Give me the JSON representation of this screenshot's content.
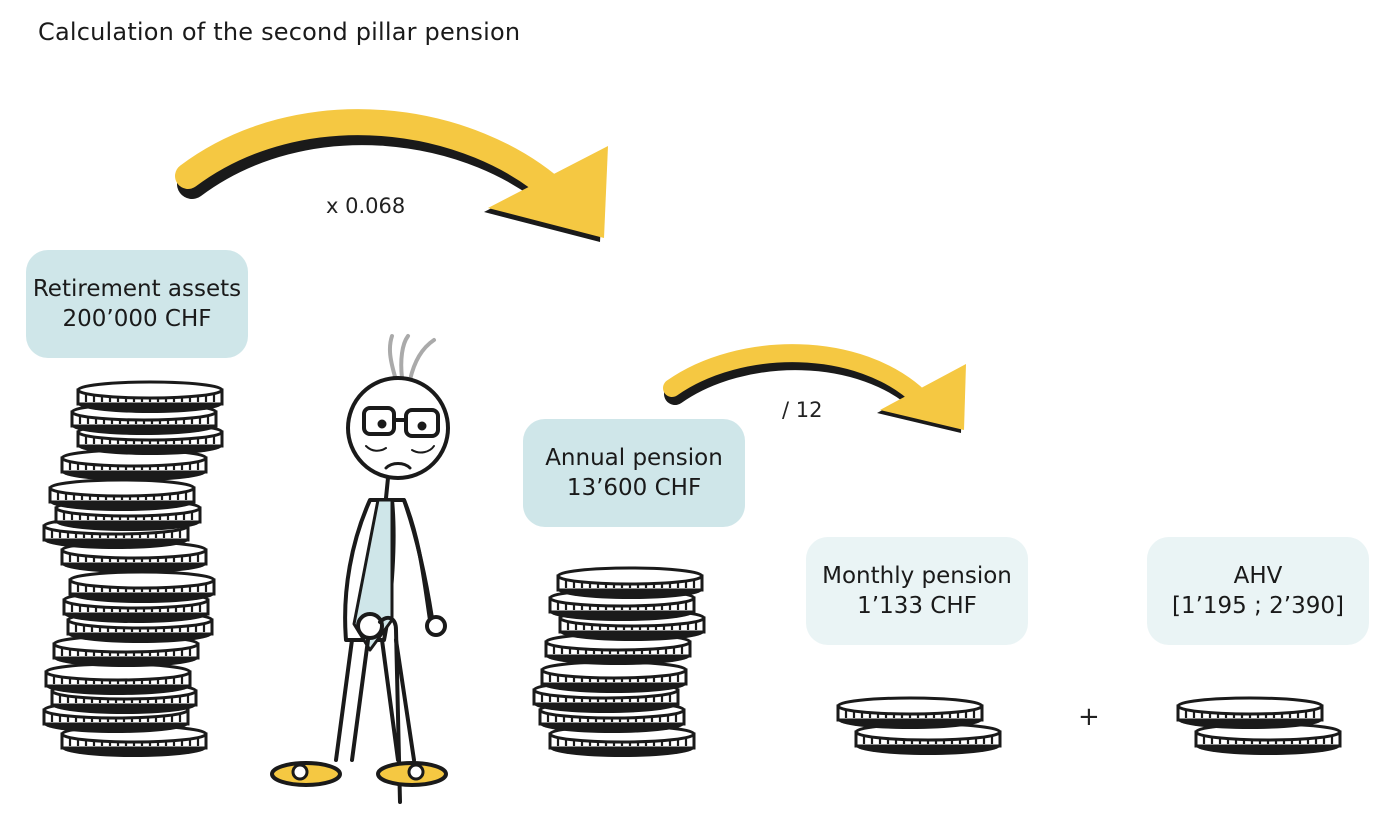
{
  "title": "Calculation of the second pillar pension",
  "operations": {
    "multiply": "x 0.068",
    "divide": "/ 12",
    "plus": "+"
  },
  "boxes": {
    "retirement": {
      "label": "Retirement assets",
      "value": "200’000 CHF"
    },
    "annual": {
      "label": "Annual pension",
      "value": "13’600 CHF"
    },
    "monthly": {
      "label": "Monthly pension",
      "value": "1’133 CHF"
    },
    "ahv": {
      "label": "AHV",
      "value": "[1’195 ; 2’390]"
    }
  },
  "colors": {
    "arrow": "#f5c842",
    "box_dark": "#cfe6e9",
    "box_light": "#eaf4f5",
    "tie": "#cfe6e9",
    "shoe": "#f5c842"
  }
}
